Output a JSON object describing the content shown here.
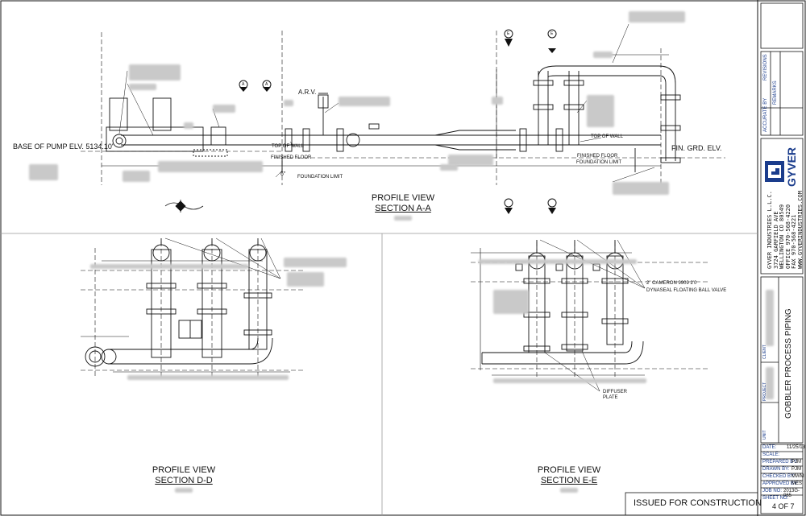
{
  "drawing": {
    "views": [
      {
        "id": "a",
        "line1": "PROFILE VIEW",
        "line2": "SECTION A-A"
      },
      {
        "id": "d",
        "line1": "PROFILE VIEW",
        "line2": "SECTION D-D"
      },
      {
        "id": "e",
        "line1": "PROFILE VIEW",
        "line2": "SECTION E-E"
      }
    ],
    "labels": {
      "base_pump": "BASE OF PUMP ELV. 5134.10'",
      "arv": "A.R.V.",
      "top_wall_left": "TOP OF WALL",
      "finished_floor_left": "FINISHED FLOOR",
      "foundation_limit_left": "FOUNDATION LIMIT",
      "six_inch": "6\"",
      "top_wall_right": "TOP OF WALL",
      "finished_floor_right": "FINISHED FLOOR",
      "foundation_limit_right": "FOUNDATION LIMIT",
      "fin_grd_elv": "FIN. GRD. ELV.",
      "valve_e": "2\" CAMERON 9909 2'0",
      "valve_e2": "DYNASEAL FLOATING BALL VALVE",
      "diffuser": "DIFFUSER",
      "plate": "PLATE"
    },
    "section_markers": [
      "A",
      "A",
      "E",
      "E"
    ]
  },
  "title_block": {
    "revisions_label": "REVISIONS",
    "remarks_label": "REMARKS",
    "accurate_by": "ACCURATE BY",
    "company_logo": "GYVER",
    "company_lines": [
      "GYVER INDUSTRIES L.L.C.",
      "3724 GARFIELD AVE",
      "WELLINGTON CO 80549",
      "OFFICE 970-568-4220",
      "FAX 970-568-4221",
      "WWW.GYVERINDUSTRIES.COM"
    ],
    "project_title": "GOBBLER PROCESS PIPING",
    "client_label": "CLIENT",
    "project_label": "PROJECT",
    "unit_label": "UNIT",
    "fields": [
      {
        "label": "DATE:",
        "value": "11/25/13"
      },
      {
        "label": "SCALE:",
        "value": ""
      },
      {
        "label": "PREPARED BY:",
        "value": "PJM"
      },
      {
        "label": "DRAWN BY:",
        "value": "PJM"
      },
      {
        "label": "CHECKED BY:",
        "value": "MWM"
      },
      {
        "label": "APPROVED BY:",
        "value": "MES"
      },
      {
        "label": "JOB NO:",
        "value": "2013G-065"
      }
    ],
    "sheet_no_label": "SHEET NO:",
    "sheet_no": "4 OF 7",
    "issued": "ISSUED FOR CONSTRUCTION"
  },
  "colors": {
    "line": "#111111",
    "accent": "#1a3c8c",
    "grey": "#c9c9c9"
  }
}
